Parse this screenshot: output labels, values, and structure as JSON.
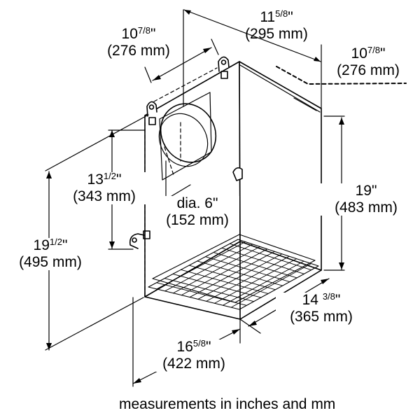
{
  "colors": {
    "line": "#000000",
    "background": "#ffffff"
  },
  "dimensions": [
    {
      "id": "top-left-depth",
      "whole": "10",
      "frac": "7/8",
      "tail": "\"",
      "metric": "(276 mm)"
    },
    {
      "id": "top-width",
      "whole": "11",
      "frac": "5/8",
      "tail": "\"",
      "metric": "(295 mm)"
    },
    {
      "id": "top-right-depth",
      "whole": "10",
      "frac": "7/8",
      "tail": "\"",
      "metric": "(276 mm)"
    },
    {
      "id": "left-inner-height",
      "whole": "13",
      "frac": "1/2",
      "tail": "\"",
      "metric": "(343 mm)"
    },
    {
      "id": "duct-diameter",
      "whole": "dia. 6",
      "frac": "",
      "tail": "\"",
      "metric": "(152 mm)"
    },
    {
      "id": "right-height",
      "whole": "19",
      "frac": "",
      "tail": "\"",
      "metric": "(483 mm)"
    },
    {
      "id": "left-total-height",
      "whole": "19",
      "frac": "1/2",
      "tail": "\"",
      "metric": "(495 mm)"
    },
    {
      "id": "bottom-right-depth",
      "whole": "14 ",
      "frac": "3/8",
      "tail": "\"",
      "metric": "(365 mm)"
    },
    {
      "id": "bottom-width",
      "whole": "16",
      "frac": "5/8",
      "tail": "\"",
      "metric": "(422 mm)"
    }
  ],
  "caption": "measurements in inches and mm"
}
